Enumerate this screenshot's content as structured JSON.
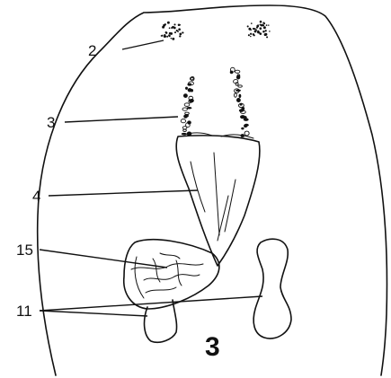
{
  "figure": {
    "number": "3",
    "labels": [
      {
        "id": "label-2",
        "text": "2"
      },
      {
        "id": "label-3",
        "text": "3"
      },
      {
        "id": "label-4",
        "text": "4"
      },
      {
        "id": "label-15",
        "text": "15"
      },
      {
        "id": "label-11",
        "text": "11"
      }
    ]
  }
}
